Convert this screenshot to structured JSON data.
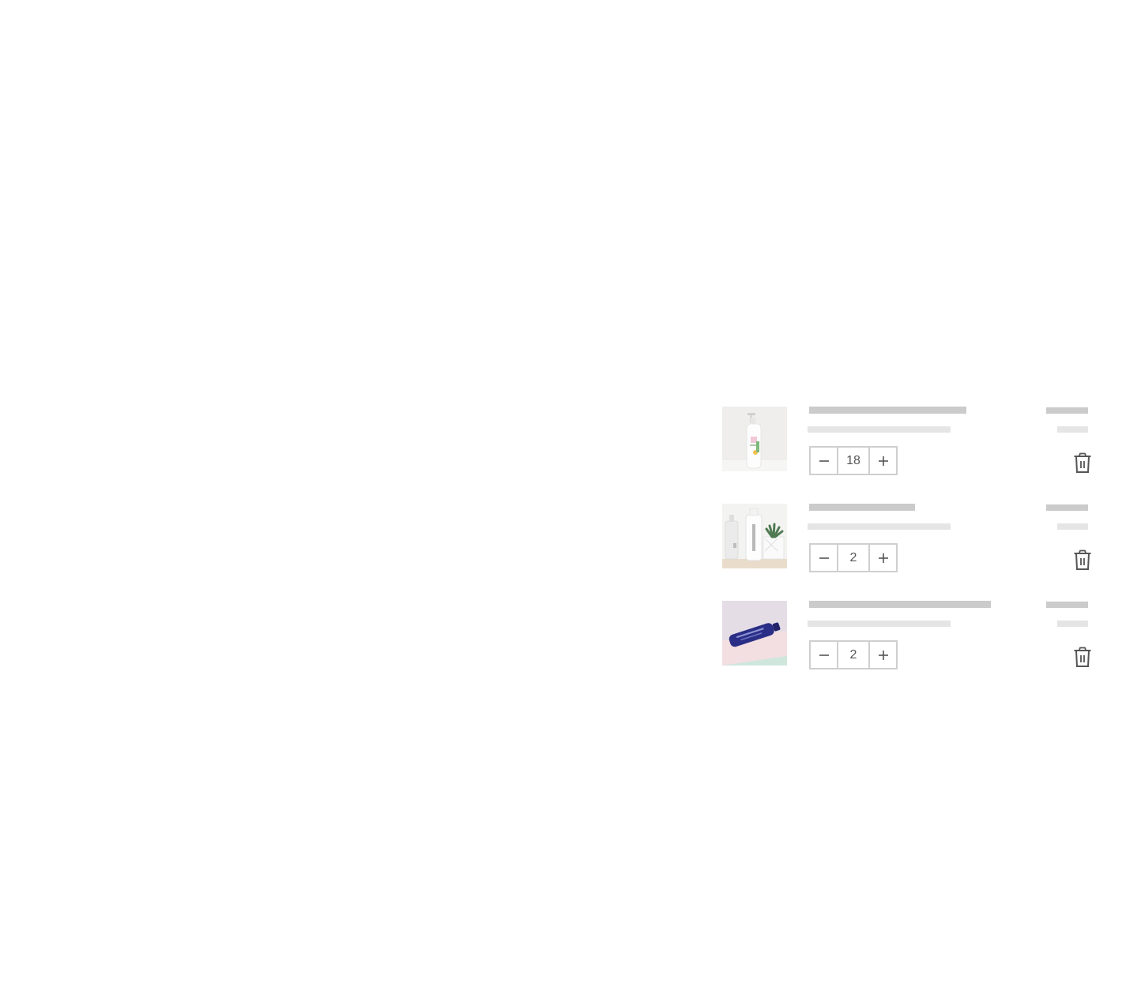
{
  "cart": {
    "items": [
      {
        "image": "pump-bottle-product-photo",
        "quantity": "18",
        "minus_icon": "minus-icon",
        "plus_icon": "plus-icon",
        "delete_icon": "trash-icon"
      },
      {
        "image": "cocooil-bottle-product-photo",
        "quantity": "2",
        "minus_icon": "minus-icon",
        "plus_icon": "plus-icon",
        "delete_icon": "trash-icon"
      },
      {
        "image": "blue-bottle-product-photo",
        "quantity": "2",
        "minus_icon": "minus-icon",
        "plus_icon": "plus-icon",
        "delete_icon": "trash-icon"
      }
    ]
  },
  "colors": {
    "skeleton_dark": "#cbcbcb",
    "skeleton_light": "#e5e5e5",
    "border": "#cfcfcf",
    "icon": "#555555"
  }
}
